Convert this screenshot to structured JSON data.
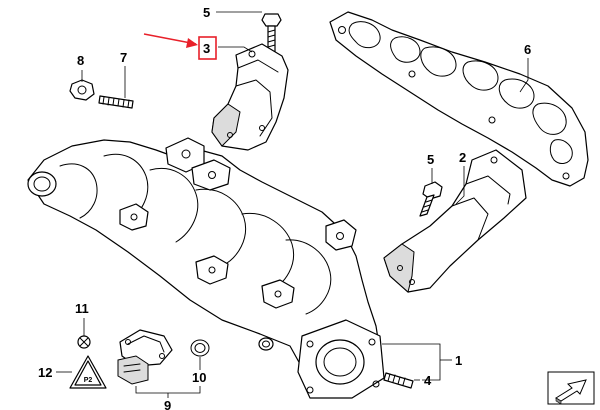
{
  "diagram": {
    "callouts": [
      {
        "id": "c5a",
        "label": "5"
      },
      {
        "id": "c3",
        "label": "3"
      },
      {
        "id": "c6",
        "label": "6"
      },
      {
        "id": "c8",
        "label": "8"
      },
      {
        "id": "c7",
        "label": "7"
      },
      {
        "id": "c5b",
        "label": "5"
      },
      {
        "id": "c2",
        "label": "2"
      },
      {
        "id": "c11",
        "label": "11"
      },
      {
        "id": "c12",
        "label": "12"
      },
      {
        "id": "c10",
        "label": "10"
      },
      {
        "id": "c9",
        "label": "9"
      },
      {
        "id": "c1",
        "label": "1"
      },
      {
        "id": "c4",
        "label": "4"
      }
    ],
    "highlight": {
      "target_label": "3",
      "color": "#e8202a"
    },
    "warning_label": "P2"
  }
}
